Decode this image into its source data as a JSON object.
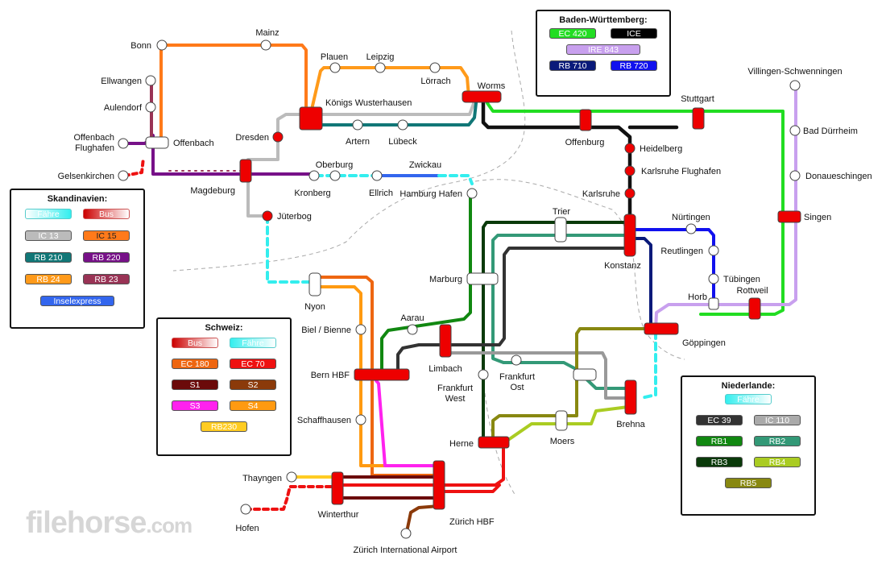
{
  "legends": {
    "baden": {
      "title": "Baden-Württemberg:",
      "chips": [
        {
          "label": "EC 420",
          "bg": "#22dd22",
          "fg": "#ffffff"
        },
        {
          "label": "ICE",
          "bg": "#000000",
          "fg": "#ffffff"
        },
        {
          "label": "IRE 843",
          "bg": "#c8a0ee",
          "fg": "#ffffff",
          "wide": true,
          "span": true
        },
        {
          "label": "RB 710",
          "bg": "#0a1a7a",
          "fg": "#ffffff"
        },
        {
          "label": "RB 720",
          "bg": "#1111ee",
          "fg": "#ffffff"
        }
      ]
    },
    "skandinavien": {
      "title": "Skandinavien:",
      "chips": [
        {
          "label": "Fähre",
          "bg": "linear-gradient(90deg,#ffffff,#33eeee)",
          "fg": "#ffffff",
          "border": "#55cccc"
        },
        {
          "label": "Bus",
          "bg": "linear-gradient(90deg,#cc0000,#ffffff)",
          "fg": "#ffffff",
          "border": "#cc5555"
        },
        {
          "label": "IC 13",
          "bg": "#bbbbbb",
          "fg": "#ffffff"
        },
        {
          "label": "IC 15",
          "bg": "#ff7a1a",
          "fg": "#222222"
        },
        {
          "label": "RB 210",
          "bg": "#117777",
          "fg": "#ffffff"
        },
        {
          "label": "RB 220",
          "bg": "#771188",
          "fg": "#ffffff"
        },
        {
          "label": "RB 24",
          "bg": "#ff9a1a",
          "fg": "#ffffff"
        },
        {
          "label": "RB 23",
          "bg": "#993355",
          "fg": "#ffffff"
        },
        {
          "label": "Inselexpress",
          "bg": "#3366ee",
          "fg": "#ffffff",
          "wide": true,
          "span": true
        }
      ]
    },
    "schweiz": {
      "title": "Schweiz:",
      "chips": [
        {
          "label": "Bus",
          "bg": "linear-gradient(90deg,#cc0000,#ffffff)",
          "fg": "#ffffff",
          "border": "#cc5555"
        },
        {
          "label": "Fähre",
          "bg": "linear-gradient(90deg,#33eeee,#ffffff)",
          "fg": "#ffffff",
          "border": "#55cccc"
        },
        {
          "label": "EC 180",
          "bg": "#ee6611",
          "fg": "#ffffff"
        },
        {
          "label": "EC 70",
          "bg": "#ee1111",
          "fg": "#ffffff"
        },
        {
          "label": "S1",
          "bg": "#6b0a0a",
          "fg": "#ffffff"
        },
        {
          "label": "S2",
          "bg": "#8b3a0a",
          "fg": "#ffffff"
        },
        {
          "label": "S3",
          "bg": "#ff22ee",
          "fg": "#ffffff"
        },
        {
          "label": "S4",
          "bg": "#ff9a11",
          "fg": "#ffffff"
        },
        {
          "label": "RB230",
          "bg": "#ffcc22",
          "fg": "#ffffff",
          "wide": false,
          "span": true
        }
      ]
    },
    "niederlande": {
      "title": "Niederlande:",
      "chips": [
        {
          "label": "Fähre",
          "bg": "linear-gradient(90deg,#33eeee,#ffffff)",
          "fg": "#ffffff",
          "border": "#55cccc",
          "span": true
        },
        {
          "label": "EC 39",
          "bg": "#333333",
          "fg": "#ffffff"
        },
        {
          "label": "IC 110",
          "bg": "#aaaaaa",
          "fg": "#ffffff"
        },
        {
          "label": "RB1",
          "bg": "#118811",
          "fg": "#ffffff"
        },
        {
          "label": "RB2",
          "bg": "#339977",
          "fg": "#ffffff"
        },
        {
          "label": "RB3",
          "bg": "#0a3a0a",
          "fg": "#ffffff"
        },
        {
          "label": "RB4",
          "bg": "#aacc22",
          "fg": "#ffffff"
        },
        {
          "label": "RB5",
          "bg": "#888811",
          "fg": "#ffffff",
          "span": true
        }
      ]
    }
  },
  "stations": {
    "bonn": "Bonn",
    "mainz": "Mainz",
    "ellwangen": "Ellwangen",
    "aulendorf": "Aulendorf",
    "offenbach_flughafen": "Offenbach\nFlughafen",
    "offenbach": "Offenbach",
    "gelsenkirchen": "Gelsenkirchen",
    "plauen": "Plauen",
    "leipzig": "Leipzig",
    "loerrach": "Lörrach",
    "worms": "Worms",
    "koenigs_wusterhausen": "Königs Wusterhausen",
    "artern": "Artern",
    "luebeck": "Lübeck",
    "dresden": "Dresden",
    "magdeburg": "Magdeburg",
    "kronberg": "Kronberg",
    "oberburg": "Oberburg",
    "ellrich": "Ellrich",
    "zwickau": "Zwickau",
    "hamburg_hafen": "Hamburg Hafen",
    "jueterbog": "Jüterbog",
    "offenburg": "Offenburg",
    "stuttgart": "Stuttgart",
    "heidelberg": "Heidelberg",
    "karlsruhe_flughafen": "Karlsruhe Flughafen",
    "karlsruhe": "Karlsruhe",
    "villingen": "Villingen-Schwenningen",
    "bad_duerrheim": "Bad Dürrheim",
    "donaueschingen": "Donaueschingen",
    "singen": "Singen",
    "trier": "Trier",
    "nuertingen": "Nürtingen",
    "reutlingen": "Reutlingen",
    "konstanz": "Konstanz",
    "tuebingen": "Tübingen",
    "horb": "Horb",
    "rottweil": "Rottweil",
    "goeppingen": "Göppingen",
    "marburg": "Marburg",
    "nyon": "Nyon",
    "biel": "Biel / Bienne",
    "aarau": "Aarau",
    "bern": "Bern HBF",
    "limbach": "Limbach",
    "frankfurt_west": "Frankfurt\nWest",
    "frankfurt_ost": "Frankfurt\nOst",
    "brehna": "Brehna",
    "schaffhausen": "Schaffhausen",
    "herne": "Herne",
    "moers": "Moers",
    "thayngen": "Thayngen",
    "hofen": "Hofen",
    "winterthur": "Winterthur",
    "zuerich_hbf": "Zürich HBF",
    "zuerich_airport": "Zürich International Airport"
  },
  "colors": {
    "ice": "#111111",
    "ec420": "#22dd22",
    "ire843": "#c8a0ee",
    "rb710": "#0a1a7a",
    "rb720": "#1111ee",
    "ic13": "#bbbbbb",
    "ic15": "#ff7a1a",
    "rb210": "#117777",
    "rb220": "#771188",
    "rb24": "#ff9a1a",
    "rb23": "#993355",
    "inselexpress": "#3366ee",
    "ferry": "#33eeee",
    "bus": "#ee1111",
    "ec180": "#ee6611",
    "ec70": "#ee1111",
    "s1": "#6b0a0a",
    "s2": "#8b3a0a",
    "s3": "#ff22ee",
    "s4": "#ff9a11",
    "rb230": "#ffcc22",
    "ec39": "#333333",
    "ic110": "#999999",
    "rb1": "#118811",
    "rb2": "#339977",
    "rb3": "#0a3a0a",
    "rb4": "#aacc22",
    "rb5": "#888811",
    "station_red": "#ee0000"
  },
  "watermark": {
    "main": "filehorse",
    "domain": ".com"
  }
}
